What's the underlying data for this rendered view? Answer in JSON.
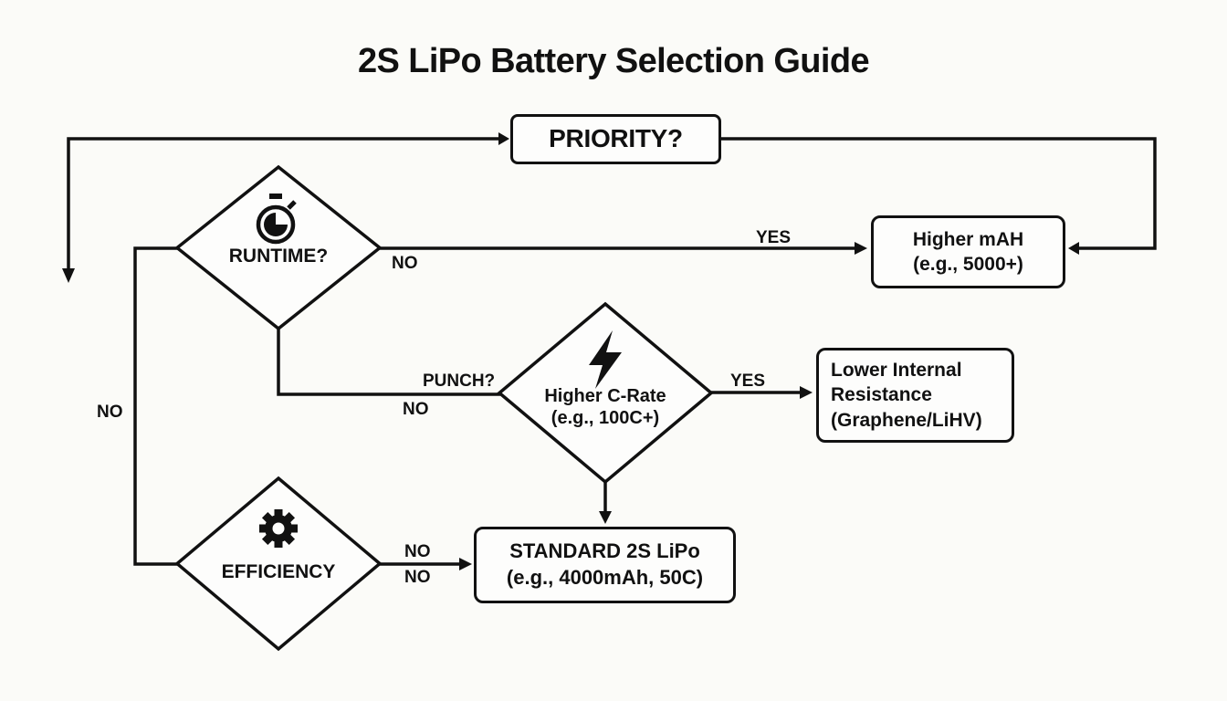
{
  "title": "2S LiPo Battery Selection Guide",
  "colors": {
    "background": "#fbfbf8",
    "ink": "#111111",
    "node_fill": "#fdfdfc"
  },
  "nodes": {
    "priority": {
      "label": "PRIORITY?"
    },
    "runtime": {
      "label": "RUNTIME?",
      "icon": "stopwatch-icon"
    },
    "punch": {
      "line1": "Higher C-Rate",
      "line2": "(e.g., 100C+)",
      "icon": "lightning-icon"
    },
    "efficiency": {
      "label": "EFFICIENCY",
      "icon": "gear-icon"
    },
    "higher_mah": {
      "line1": "Higher mAH",
      "line2": "(e.g., 5000+)"
    },
    "lower_ir": {
      "line1": "Lower Internal",
      "line2": "Resistance",
      "line3": "(Graphene/LiHV)"
    },
    "standard": {
      "line1": "STANDARD 2S LiPo",
      "line2": "(e.g., 4000mAh, 50C)"
    }
  },
  "edges": {
    "runtime_yes": "YES",
    "runtime_no": "NO",
    "punch_question": "PUNCH?",
    "punch_no": "NO",
    "efficiency_path_no": "NO",
    "punch_yes": "YES",
    "efficiency_no_top": "NO",
    "efficiency_no_bottom": "NO"
  }
}
